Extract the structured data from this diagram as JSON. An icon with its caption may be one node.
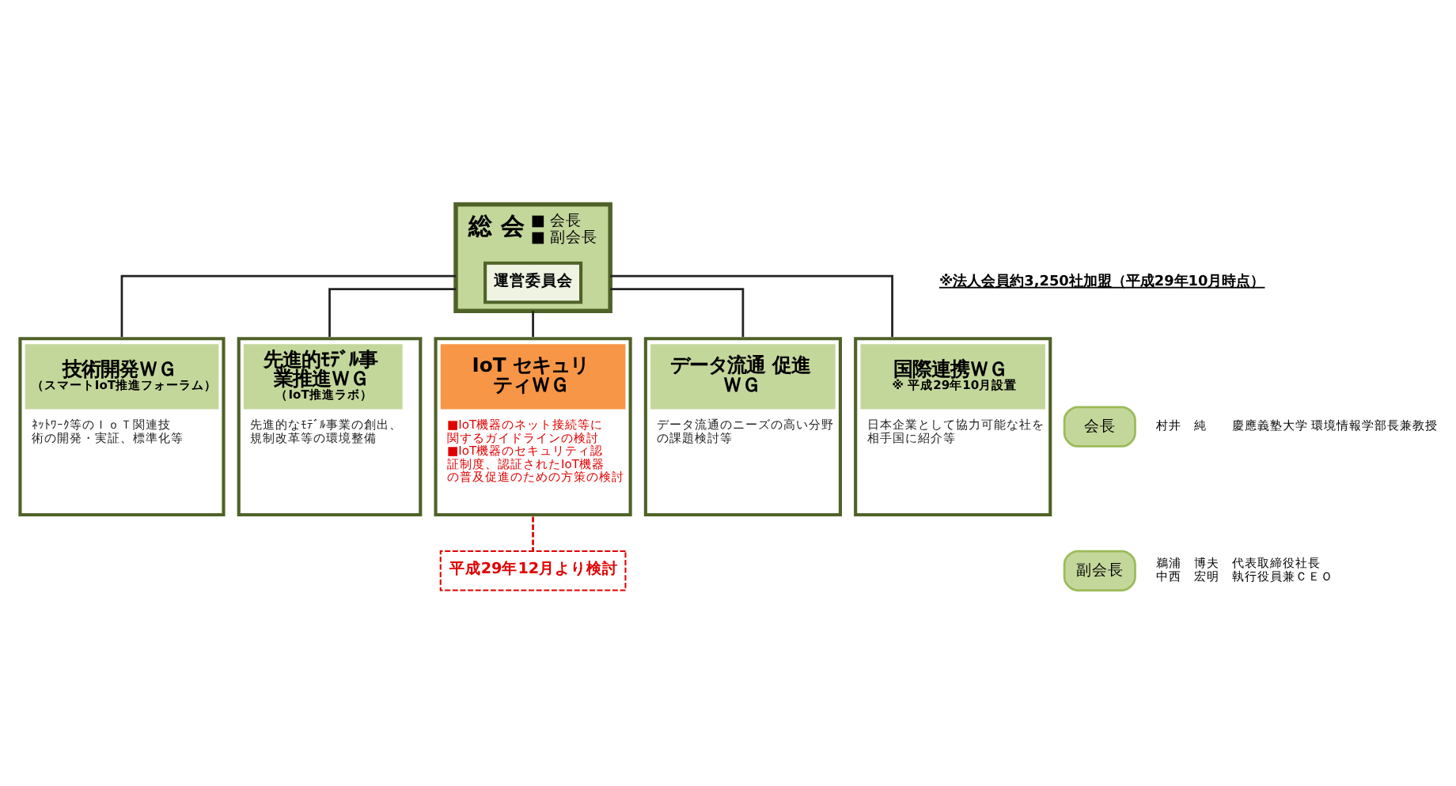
{
  "diagram": {
    "nodes": [
      {
        "text": [
          "総 会",
          "■ 会長",
          "■ 副会長"
        ]
      },
      {
        "text": [
          "運営委員会"
        ],
        "in": 0
      },
      {
        "text": [
          "会長"
        ],
        "beside": [
          "村井　純　　慶應義塾大学 環境情報学部長兼教授"
        ]
      },
      {
        "text": [
          "副会長"
        ],
        "beside": [
          "鵜浦　博夫　代表取締役社長",
          "中西　宏明　執行役員兼ＣＥＯ"
        ]
      },
      {
        "text": [
          "技術開発ＷＧ",
          "（スマートIoT推進フォーラム）",
          "ﾈｯﾄﾜｰｸ等のＩｏＴ関連技術の開発・実証、標準化等"
        ]
      },
      {
        "text": [
          "先進的ﾓﾃﾞﾙ事業推進ＷＧ",
          "（IoT推進ラボ）",
          "先進的なﾓﾃﾞﾙ事業の創出、規制改革等の環境整備"
        ]
      },
      {
        "text": [
          "IoT セキュリティＷＧ",
          "■IoT機器のネット接続等に関するガイドラインの検討",
          "■IoT機器のセキュリティ認証制度、認証されたIoT機器の普及促進のための方策の検討"
        ]
      },
      {
        "text": [
          "データ流通 促進ＷＧ",
          "データ流通のニーズの高い分野の課題検討等"
        ]
      },
      {
        "text": [
          "国際連携ＷＧ",
          "※ 平成29年10月設置",
          "日本企業として協力可能な社を相手国に紹介等"
        ]
      },
      {
        "text": [
          "平成29年12月より検討"
        ]
      }
    ],
    "edges": [
      {
        "from": 0,
        "to": 4,
        "arrow": "none"
      },
      {
        "from": 0,
        "to": 5,
        "arrow": "none"
      },
      {
        "from": 0,
        "to": 6,
        "arrow": "none"
      },
      {
        "from": 0,
        "to": 7,
        "arrow": "none"
      },
      {
        "from": 0,
        "to": 8,
        "arrow": "none"
      },
      {
        "from": 9,
        "to": 6,
        "arrow": "none",
        "style": "dashed",
        "color": "#e00000"
      }
    ],
    "labels": [
      "※法人会員約3,250社加盟（平成29年10月時点）"
    ]
  }
}
